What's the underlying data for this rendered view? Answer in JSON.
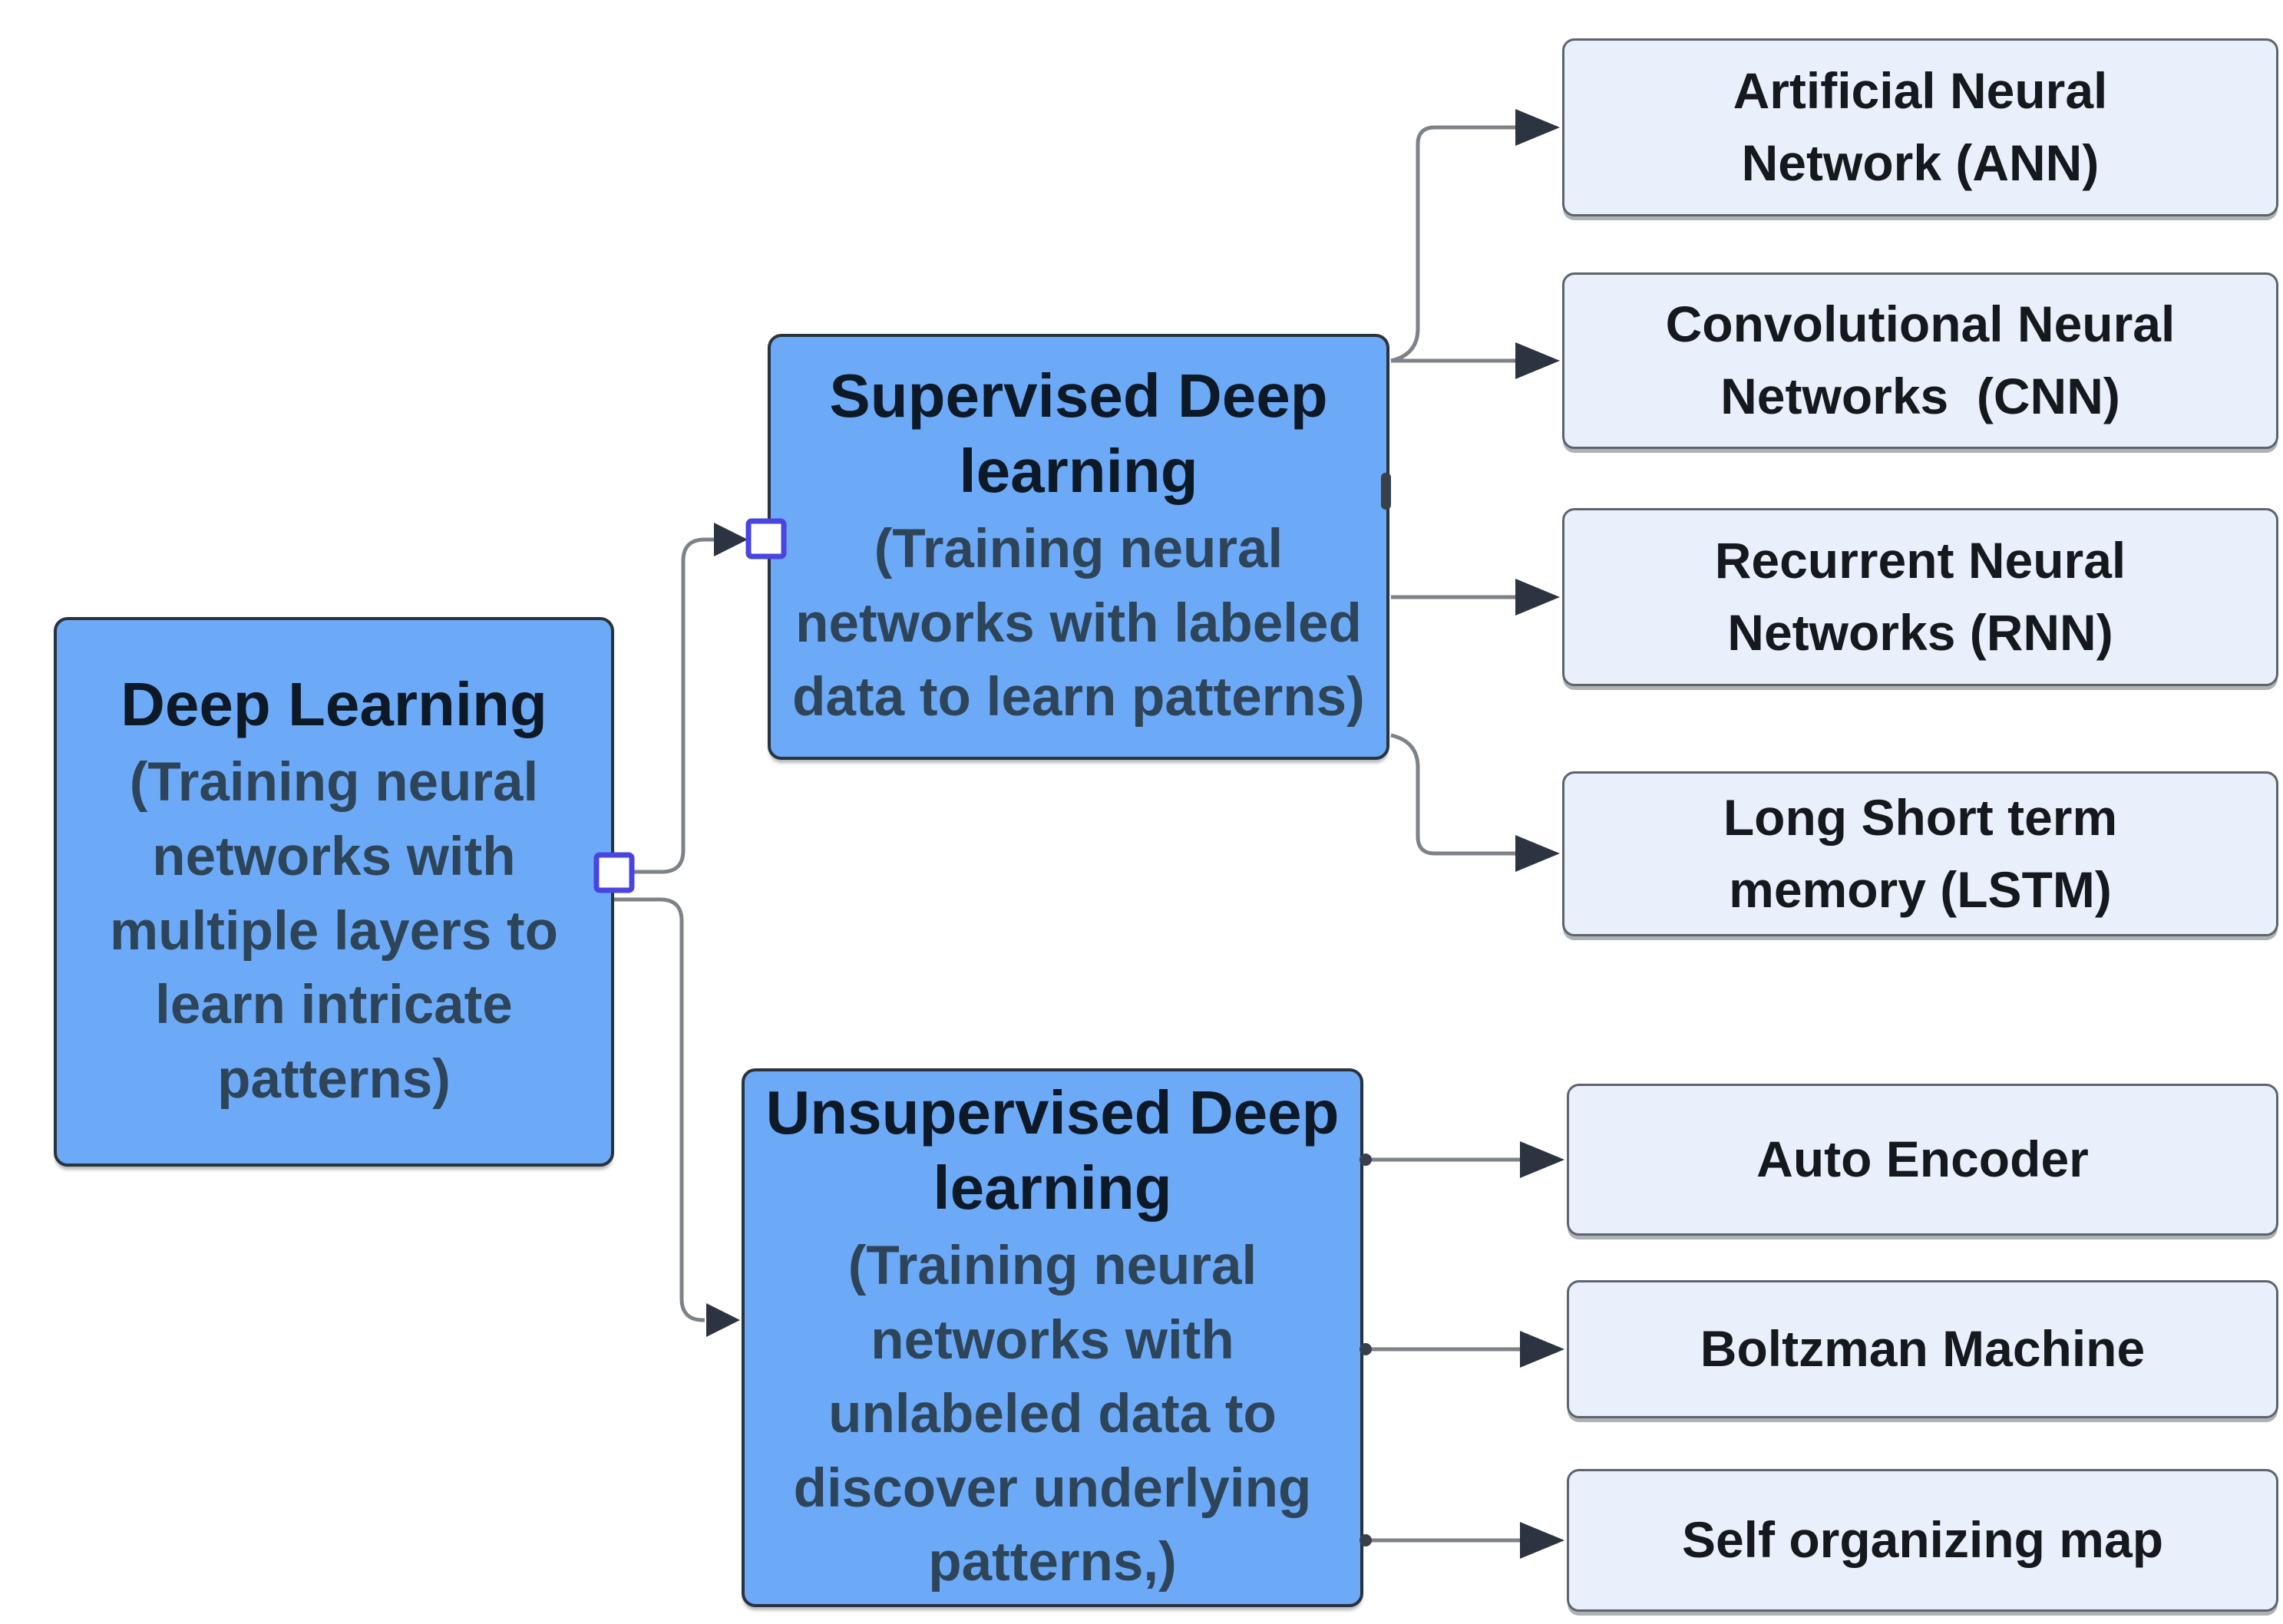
{
  "colors": {
    "background": "#ffffff",
    "branch_fill": "#6caaf8",
    "branch_border": "#2a323d",
    "leaf_fill": "#eaf0fb",
    "leaf_border": "#5c646d",
    "connector": "#7d8289",
    "arrowhead": "#2b3440",
    "handle_border": "#4845e0",
    "handle_fill": "#ffffff",
    "title_text": "#0d1926",
    "desc_text": "#2e4458",
    "leaf_text": "#15181c"
  },
  "nodes": {
    "deep_learning": {
      "title": "Deep Learning",
      "description": "(Training neural\nnetworks with\nmultiple layers to\nlearn intricate\npatterns)"
    },
    "supervised": {
      "title": "Supervised Deep\nlearning",
      "description": "(Training neural\nnetworks with labeled\ndata to learn patterns)"
    },
    "unsupervised": {
      "title": "Unsupervised Deep\nlearning",
      "description": "(Training neural\nnetworks with\nunlabeled data to\ndiscover underlying\npatterns,)"
    },
    "ann": {
      "label": "Artificial Neural\nNetwork (ANN)"
    },
    "cnn": {
      "label": "Convolutional Neural\nNetworks  (CNN)"
    },
    "rnn": {
      "label": "Recurrent Neural\nNetworks (RNN)"
    },
    "lstm": {
      "label": "Long Short term\nmemory (LSTM)"
    },
    "autoencoder": {
      "label": "Auto Encoder"
    },
    "boltzman": {
      "label": "Boltzman Machine"
    },
    "som": {
      "label": "Self organizing map"
    }
  }
}
